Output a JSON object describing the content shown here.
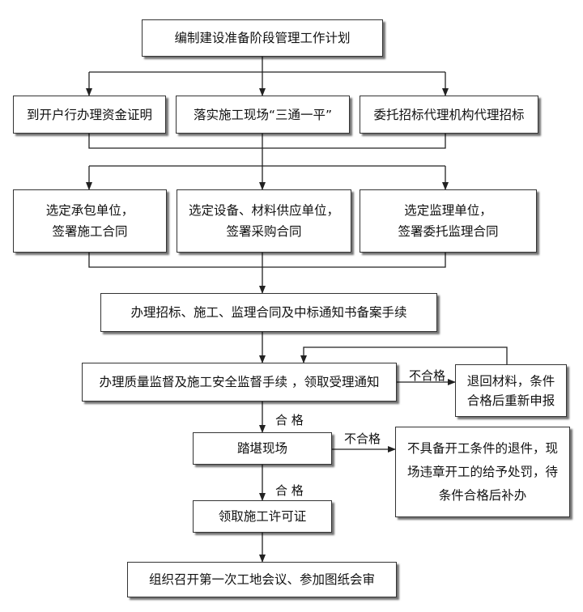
{
  "nodes": {
    "plan": "编制建设准备阶段管理工作计划",
    "bank_cert": "到开户行办理资金证明",
    "three_one": "落实施工现场“三通一平”",
    "agency": "委托招标代理机构代理招标",
    "contractor_1": "选定承包单位，",
    "contractor_2": "签署施工合同",
    "supplier_1": "选定设备、材料供应单位，",
    "supplier_2": "签署采购合同",
    "supervisor_1": "选定监理单位，",
    "supervisor_2": "签署委托监理合同",
    "filing": "办理招标、施工、监理合同及中标通知书备案手续",
    "quality": "办理质量监督及施工安全监督手续 ，领取受理通知",
    "return_1": "退回材料，条件",
    "return_2": "合格后重新申报",
    "site_survey": "踏堪现场",
    "penalty_1": "不具备开工条件的退件，现",
    "penalty_2": "场违章开工的给予处罚，待",
    "penalty_3": "条件合格后补办",
    "permit": "领取施工许可证",
    "meeting": "组织召开第一次工地会议、参加图纸会审"
  },
  "edge_labels": {
    "fail_1": "不合格",
    "pass_1": "合 格",
    "fail_2": "不合格",
    "pass_2": "合 格"
  }
}
